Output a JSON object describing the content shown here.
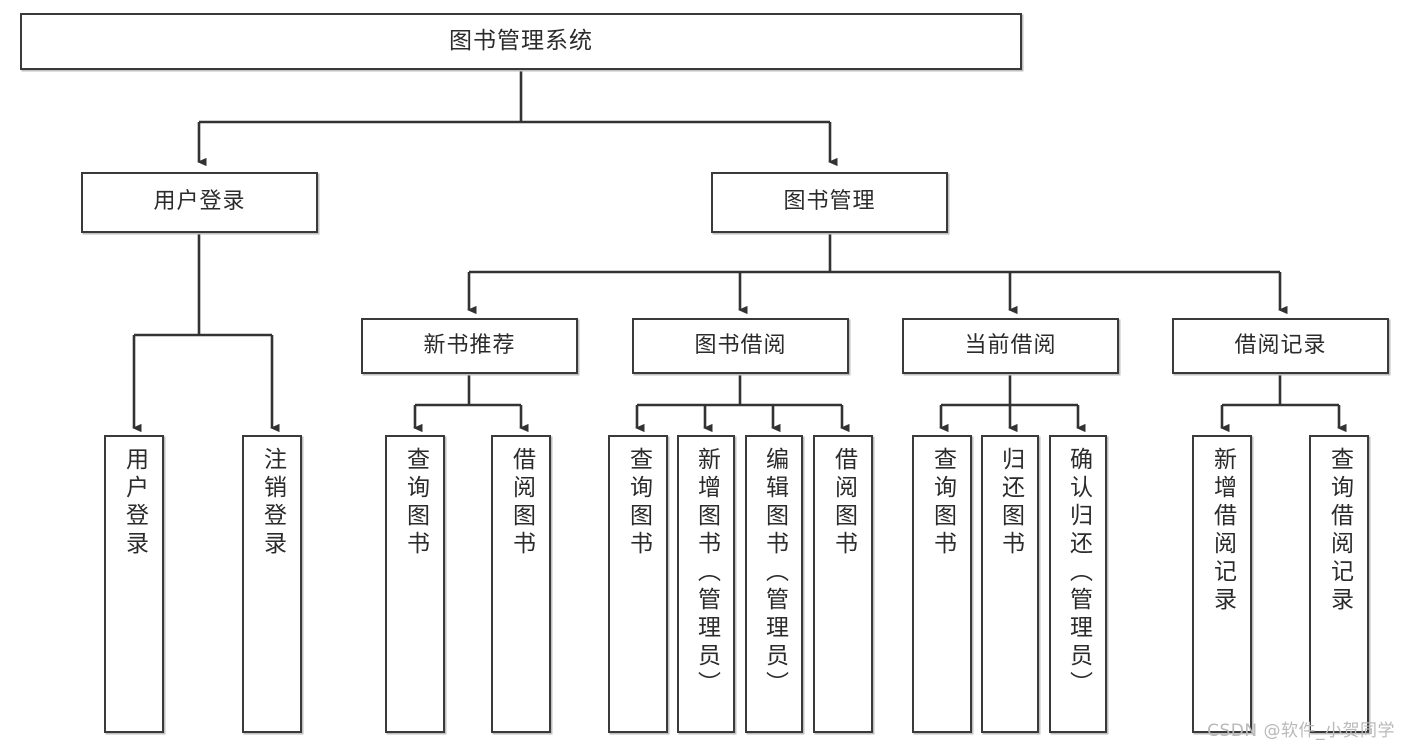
{
  "diagram": {
    "title": "图书管理系统",
    "type": "tree-hierarchy-diagram",
    "colors": {
      "box_border": "#3a3a3a",
      "box_fill": "#ffffff",
      "connector": "#333333",
      "text": "#2b2b2b",
      "watermark": "#b9b9b9",
      "background": "#ffffff"
    },
    "root": {
      "label": "图书管理系统"
    },
    "level2": [
      {
        "label": "用户登录"
      },
      {
        "label": "图书管理"
      }
    ],
    "level3": [
      {
        "label": "新书推荐"
      },
      {
        "label": "图书借阅"
      },
      {
        "label": "当前借阅"
      },
      {
        "label": "借阅记录"
      }
    ],
    "leaves": {
      "user_login": [
        {
          "label": "用户登录"
        },
        {
          "label": "注销登录"
        }
      ],
      "new_book_recommend": [
        {
          "label": "查询图书"
        },
        {
          "label": "借阅图书"
        }
      ],
      "book_borrow": [
        {
          "label": "查询图书"
        },
        {
          "label": "新增图书（管理员）"
        },
        {
          "label": "编辑图书（管理员）"
        },
        {
          "label": "借阅图书"
        }
      ],
      "current_borrow": [
        {
          "label": "查询图书"
        },
        {
          "label": "归还图书"
        },
        {
          "label": "确认归还（管理员）"
        }
      ],
      "borrow_record": [
        {
          "label": "新增借阅记录"
        },
        {
          "label": "查询借阅记录"
        }
      ]
    }
  },
  "watermark": {
    "text": "CSDN @软件_小贺同学"
  }
}
